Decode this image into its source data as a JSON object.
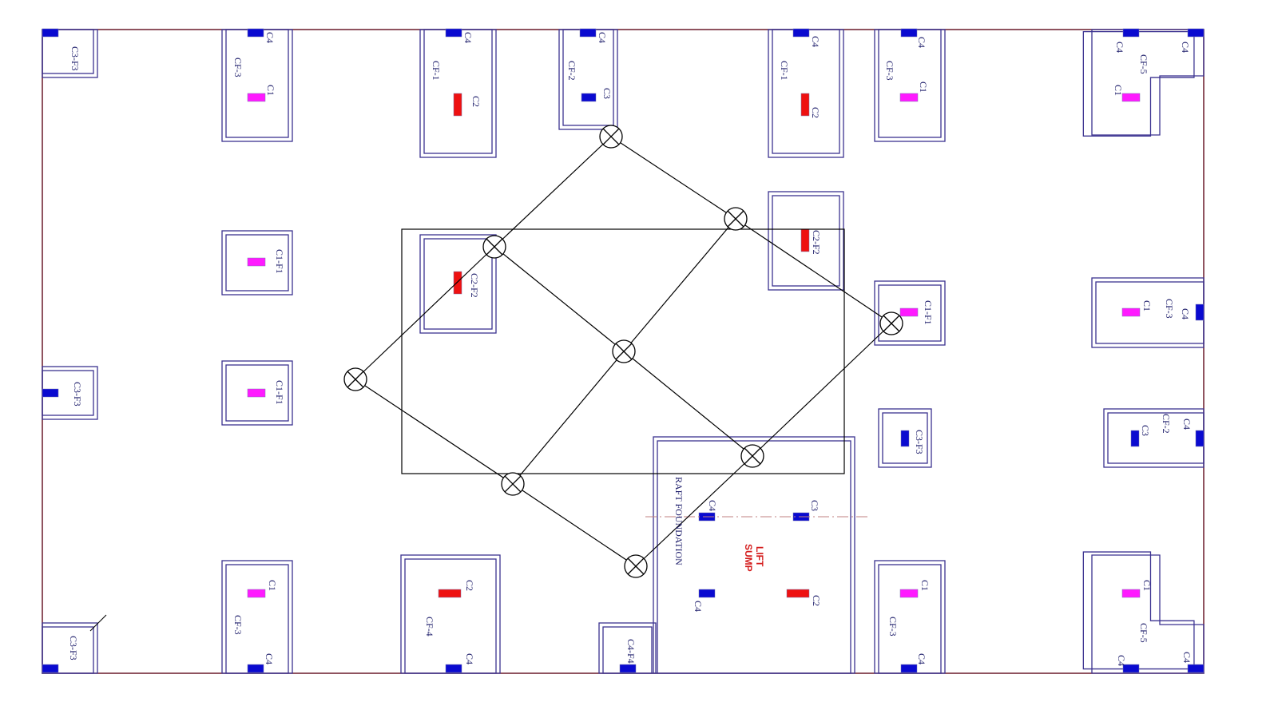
{
  "drawing": {
    "raft_label": "RAFT FOUNDATION",
    "sump_label_1": "LIFT",
    "sump_label_2": "SUMP"
  },
  "footings": [
    {
      "label": "C3-F3",
      "columns": []
    },
    {
      "label": "CF-3",
      "columns": [
        "C4",
        "C1"
      ]
    },
    {
      "label": "CF-1",
      "columns": [
        "C4",
        "C2"
      ]
    },
    {
      "label": "CF-2",
      "columns": [
        "C4",
        "C3"
      ]
    },
    {
      "label": "CF-1",
      "columns": [
        "C4",
        "C2"
      ]
    },
    {
      "label": "CF-3",
      "columns": [
        "C4",
        "C1"
      ]
    },
    {
      "label": "CF-5",
      "columns": [
        "C4",
        "C4",
        "C1"
      ]
    },
    {
      "label": "C1-F1",
      "columns": []
    },
    {
      "label": "C2-F2",
      "columns": []
    },
    {
      "label": "C2-F2",
      "columns": []
    },
    {
      "label": "C1-F1",
      "columns": []
    },
    {
      "label": "CF-3",
      "columns": [
        "C1",
        "C4"
      ]
    },
    {
      "label": "C3-F3",
      "columns": []
    },
    {
      "label": "C1-F1",
      "columns": []
    },
    {
      "label": "C3-F3",
      "columns": []
    },
    {
      "label": "CF-2",
      "columns": [
        "C3",
        "C4"
      ]
    },
    {
      "label": "",
      "columns": [
        "C4",
        "C3",
        "C4",
        "C2"
      ]
    },
    {
      "label": "C4-F4",
      "columns": []
    },
    {
      "label": "C3-F3",
      "columns": []
    },
    {
      "label": "CF-3",
      "columns": [
        "C1",
        "C4"
      ]
    },
    {
      "label": "CF-4",
      "columns": [
        "C2",
        "C4"
      ]
    },
    {
      "label": "CF-3",
      "columns": [
        "C1",
        "C4"
      ]
    },
    {
      "label": "CF-5",
      "columns": [
        "C1",
        "C4",
        "C4"
      ]
    }
  ],
  "colors": {
    "C1": "#ff1aff",
    "C2": "#ee1111",
    "C3": "#0a0ad0",
    "C4": "#0a0ad0",
    "footing": "#3b3290",
    "boundary": "#6a1a2a"
  }
}
